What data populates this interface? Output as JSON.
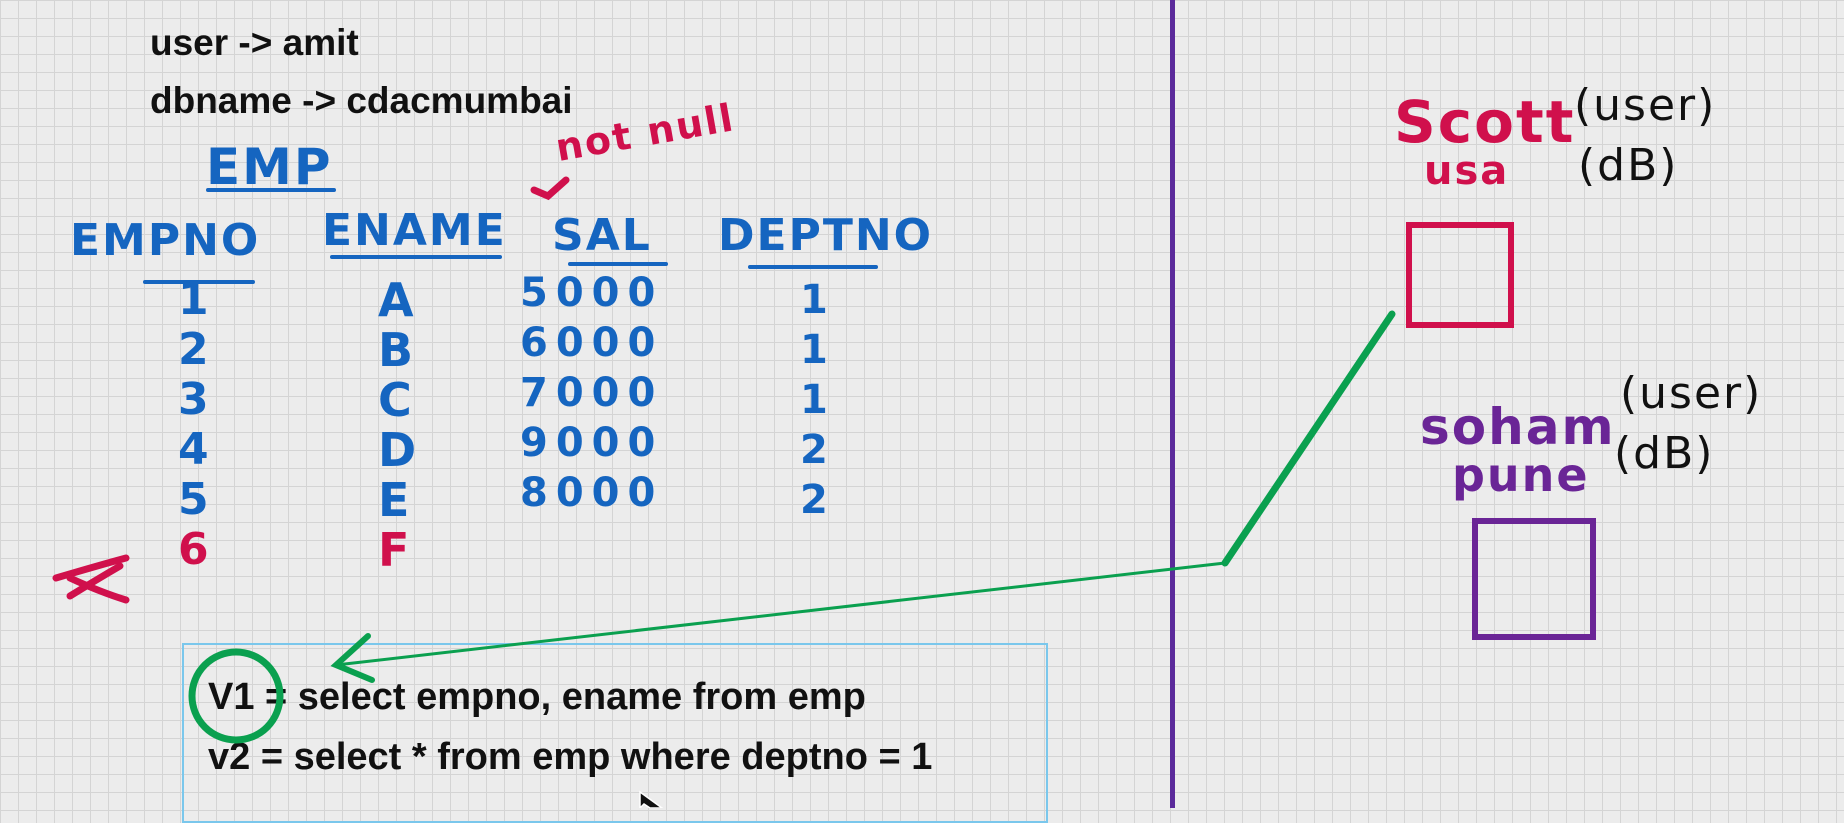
{
  "header": {
    "user_line": "user -> amit",
    "db_line": "dbname -> cdacmumbai"
  },
  "emp_table": {
    "title": "EMP",
    "note": "not null",
    "columns": [
      "EMPNO",
      "ENAME",
      "SAL",
      "DEPTNO"
    ],
    "empno": [
      "1",
      "2",
      "3",
      "4",
      "5",
      "6"
    ],
    "ename": [
      "A",
      "B",
      "C",
      "D",
      "E",
      "F"
    ],
    "sal": [
      "5000",
      "6000",
      "7000",
      "9000",
      "8000"
    ],
    "deptno": [
      "1",
      "1",
      "1",
      "2",
      "2"
    ]
  },
  "queries": {
    "v1": "V1 = select empno, ename from emp",
    "v2": "v2 = select * from emp where deptno = 1"
  },
  "right_panel": {
    "scott": {
      "user": "Scott",
      "user_tag": "(user)",
      "db": "usa",
      "db_tag": "(dB)"
    },
    "soham": {
      "user": "soham",
      "user_tag": "(user)",
      "db": "pune",
      "db_tag": "(dB)"
    }
  },
  "colors": {
    "blue_ink": "#1565c0",
    "red_ink": "#d0104c",
    "purple_ink": "#6a2596",
    "green_ink": "#0aa04f",
    "divider": "#5b2a9b",
    "query_box_border": "#7ac7ec"
  },
  "icons": [
    "check-mark-icon",
    "cross-mark-icon",
    "mouse-cursor-icon"
  ]
}
